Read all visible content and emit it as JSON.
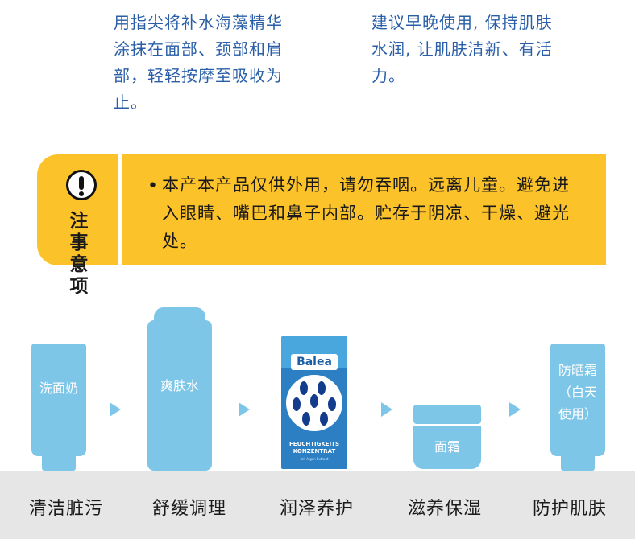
{
  "usage": {
    "left_text": "用指尖将补水海藻精华涂抹在面部、颈部和肩部，轻轻按摩至吸收为止。",
    "right_text": "建议早晚使用, 保持肌肤水润, 让肌肤清新、有活力。"
  },
  "notice": {
    "title": "注 事 意 项",
    "bullet": "•",
    "text": "本产本产品仅供外用，请勿吞咽。远离儿童。避免进入眼睛、嘴巴和鼻子内部。贮存于阴凉、干燥、避光处。",
    "icon": "exclamation-icon"
  },
  "products": {
    "cleanser": "洗面奶",
    "toner": "爽肤水",
    "balea_brand": "Balea",
    "balea_line1": "FEUCHTIGKEITS KONZENTRAT",
    "balea_line2": "mit Algen Extrakt",
    "cream": "面霜",
    "sunscreen": "防晒霜（白天使用）"
  },
  "steps": [
    "清洁脏污",
    "舒缓调理",
    "润泽养护",
    "滋养保湿",
    "防护肌肤"
  ],
  "colors": {
    "accent_yellow": "#fcc22a",
    "product_blue": "#7ec6e8",
    "text_blue": "#2a5fa8"
  }
}
